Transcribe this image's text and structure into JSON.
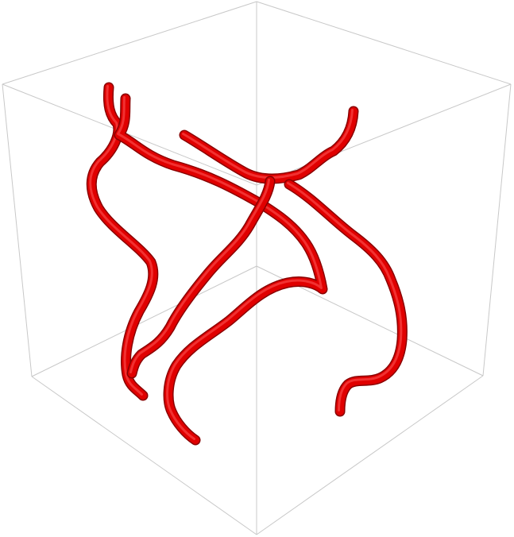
{
  "colors": {
    "tube": "#e00000",
    "tube_shadow": "#8a0000",
    "tube_highlight": "#ff5a5a",
    "box_edge": "#c8c8c8",
    "background": "#ffffff"
  },
  "tubes": [
    "tube-a",
    "tube-b",
    "tube-c",
    "tube-d",
    "tube-e"
  ]
}
